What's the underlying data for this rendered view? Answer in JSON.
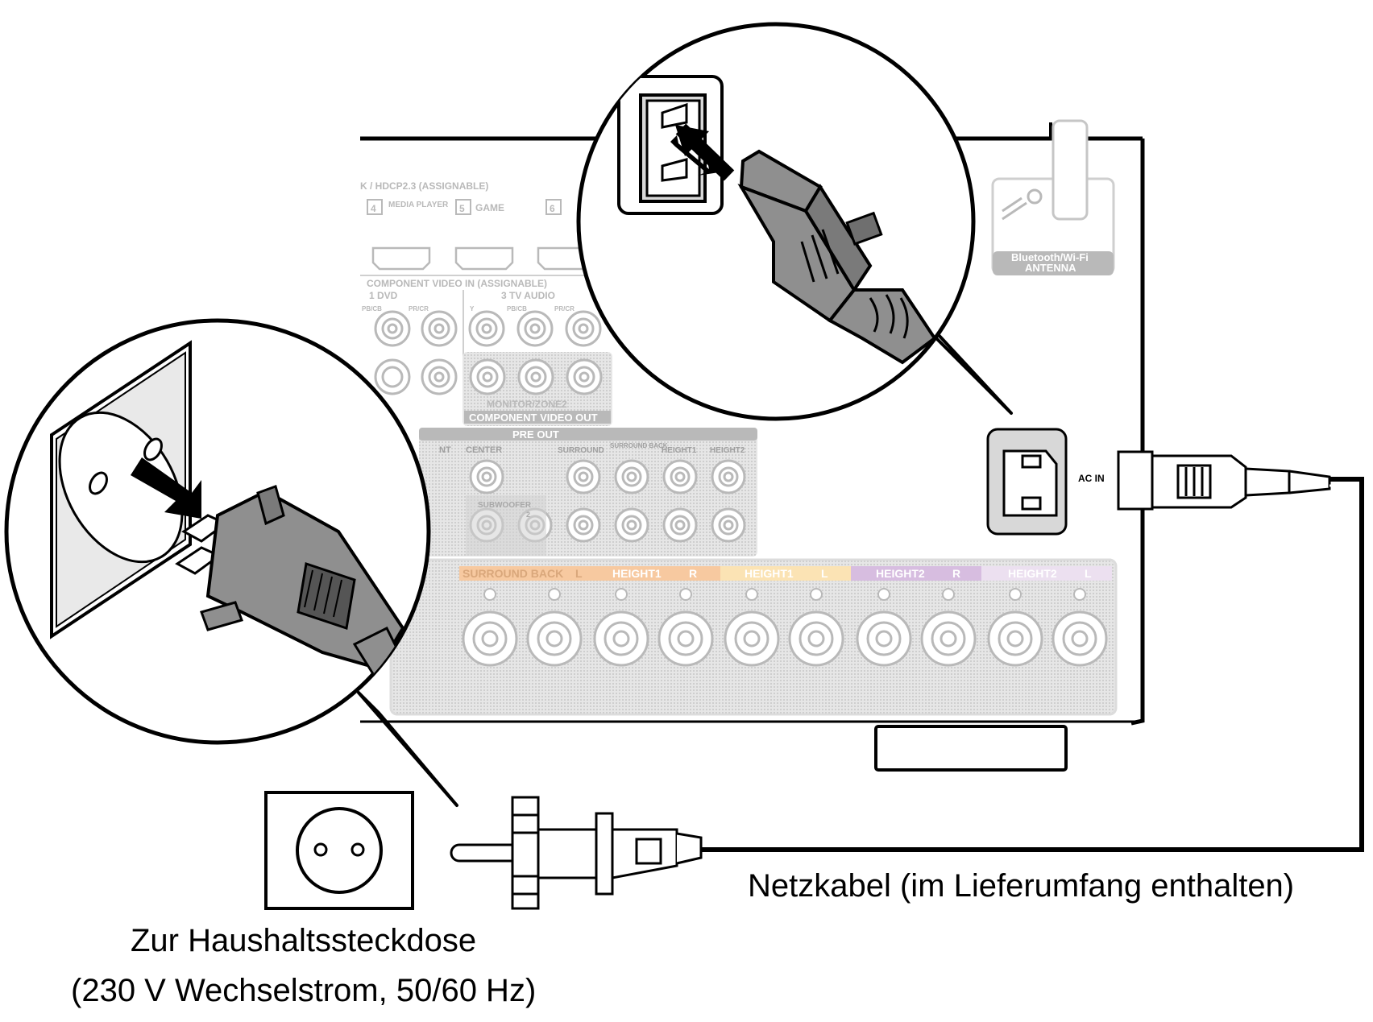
{
  "callouts": {
    "wall_outlet": {
      "line1": "Zur Haushaltssteckdose",
      "line2": "(230 V Wechselstrom, 50/60 Hz)"
    },
    "power_cord": "Netzkabel (im Lieferumfang enthalten)"
  },
  "panel": {
    "hdmi_header": "K / HDCP2.3 (ASSIGNABLE)",
    "hdmi_inputs": [
      {
        "num": "4",
        "name": "MEDIA PLAYER"
      },
      {
        "num": "5",
        "name": "GAME"
      },
      {
        "num": "6",
        "name": ""
      }
    ],
    "component_in_header": "COMPONENT VIDEO IN (ASSIGNABLE)",
    "component_in_groups": [
      "1 DVD",
      "3 TV AUDIO"
    ],
    "component_jack_labels": [
      "PB/CB",
      "PR/CR",
      "Y",
      "PB/CB",
      "PR/CR"
    ],
    "monitor_label": "MONITOR/ZONE2",
    "component_out_label": "COMPONENT VIDEO OUT",
    "pre_out_header": "PRE OUT",
    "pre_out_channels": [
      "NT",
      "CENTER",
      "SURROUND",
      "SURROUND BACK",
      "HEIGHT1",
      "HEIGHT2"
    ],
    "subwoofer_label": "SUBWOOFER",
    "subwoofer_index": "2",
    "speaker_terminals": [
      {
        "name": "SURROUND BACK",
        "side": "L",
        "color": "#f7c9a0"
      },
      {
        "name": "HEIGHT1",
        "side": "R",
        "color": "#f7c9a0"
      },
      {
        "name": "HEIGHT1",
        "side": "L",
        "color": "#fbe3b4"
      },
      {
        "name": "HEIGHT2",
        "side": "R",
        "color": "#d7bde0"
      },
      {
        "name": "HEIGHT2",
        "side": "L",
        "color": "#ece0f0"
      }
    ],
    "antenna_label_1": "Bluetooth/Wi-Fi",
    "antenna_label_2": "ANTENNA",
    "ac_in_label": "AC IN"
  }
}
